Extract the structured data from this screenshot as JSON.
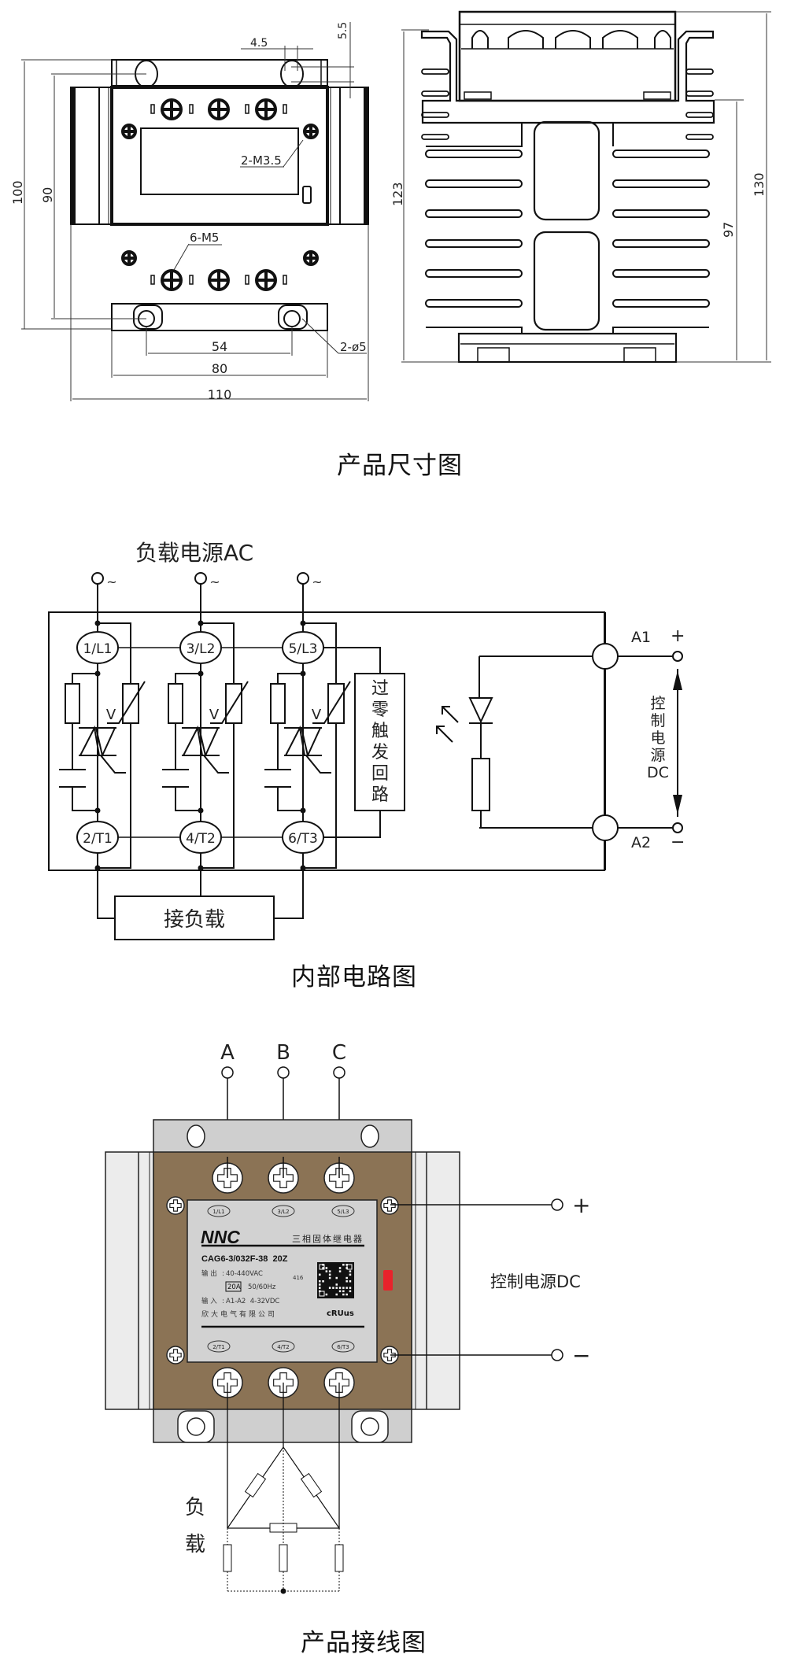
{
  "sections": {
    "dimension": {
      "caption": "产品尺寸图",
      "front_view": {
        "dims": {
          "width_total": "110",
          "width_mount": "80",
          "hole_spacing": "54",
          "height_total": "100",
          "height_mount": "90",
          "hole_offset_x": "4.5",
          "hole_offset_y": "5.5"
        },
        "callouts": {
          "small_screws": "2-M3.5",
          "terminal_screws": "6-M5",
          "mount_holes": "2-ø5"
        }
      },
      "side_view": {
        "dims": {
          "height_heatsink": "123",
          "height_total": "130",
          "height_base": "97"
        }
      }
    },
    "circuit": {
      "caption": "内部电路图",
      "load_supply_label": "负载电源AC",
      "ac_symbol": "~",
      "input_terminals": [
        "1/L1",
        "3/L2",
        "5/L3"
      ],
      "output_terminals": [
        "2/T1",
        "4/T2",
        "6/T3"
      ],
      "varistor_label": "V",
      "zero_cross_block": [
        "过",
        "零",
        "触",
        "发",
        "回",
        "路"
      ],
      "load_block": "接负载",
      "control": {
        "a1": "A1",
        "a2": "A2",
        "plus": "+",
        "minus": "−",
        "label_chars": [
          "控",
          "制",
          "电",
          "源",
          "DC"
        ]
      }
    },
    "wiring": {
      "caption": "产品接线图",
      "phases": [
        "A",
        "B",
        "C"
      ],
      "control_label": "控制电源DC",
      "plus": "+",
      "minus": "−",
      "load_label_chars": [
        "负",
        "载"
      ],
      "nameplate": {
        "brand": "NNC",
        "product_type": "三相固体继电器",
        "model": "CAG6-3/032F-38  20Z",
        "output_label": "输 出",
        "output_value": "40-440VAC",
        "current": "20A",
        "frequency": "50/60Hz",
        "code": "416",
        "input_label": "输 入",
        "input_value": "A1-A2  4-32VDC",
        "manufacturer": "欣大电气有限公司",
        "cert": "cRUus",
        "top_terminals": [
          "1/L1",
          "3/L2",
          "5/L3"
        ],
        "bottom_terminals": [
          "2/T1",
          "4/T2",
          "6/T3"
        ]
      },
      "colors": {
        "body": "#8b7355",
        "plate": "#d2d2d2",
        "bracket": "#cfcfcf",
        "heatsink": "#ececec",
        "led": "#e8232b"
      }
    }
  }
}
